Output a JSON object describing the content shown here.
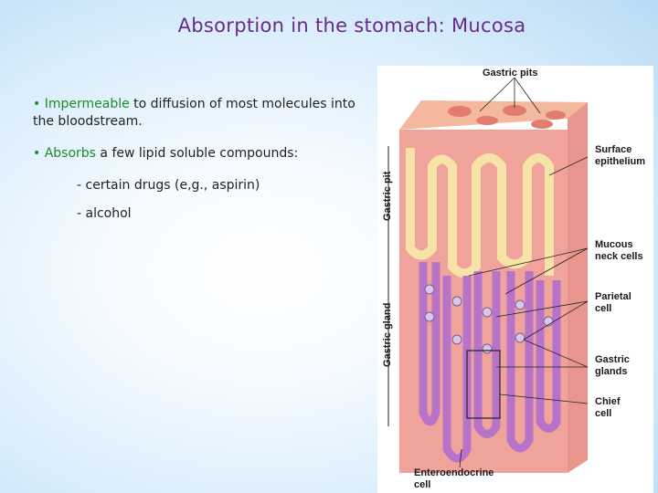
{
  "slide": {
    "title": "Absorption in the stomach: Mucosa",
    "bullets": [
      {
        "marker": "•",
        "accent": "Impermeable",
        "rest": " to diffusion of most molecules into the  bloodstream."
      },
      {
        "marker": "•",
        "accent": "Absorbs",
        "rest": " a few lipid soluble compounds:"
      }
    ],
    "sub_items": [
      "- certain drugs (e,g., aspirin)",
      "- alcohol"
    ]
  },
  "figure": {
    "labels": {
      "gastric_pits": "Gastric pits",
      "surface_epithelium": "Surface\nepithelium",
      "mucous_neck_cells": "Mucous\nneck cells",
      "parietal_cell": "Parietal\ncell",
      "gastric_glands": "Gastric\nglands",
      "chief_cell": "Chief\ncell",
      "enteroendocrine_cell": "Enteroendocrine\ncell",
      "gastric_pit_vertical": "Gastric pit",
      "gastric_gland_vertical": "Gastric gland"
    },
    "colors": {
      "tissue": "#f0a39a",
      "surface": "#f4b89e",
      "epithelium": "#f7e3a8",
      "glands": "#b673c7",
      "title": "#6a2a8a",
      "accent": "#1f8a2e"
    }
  }
}
